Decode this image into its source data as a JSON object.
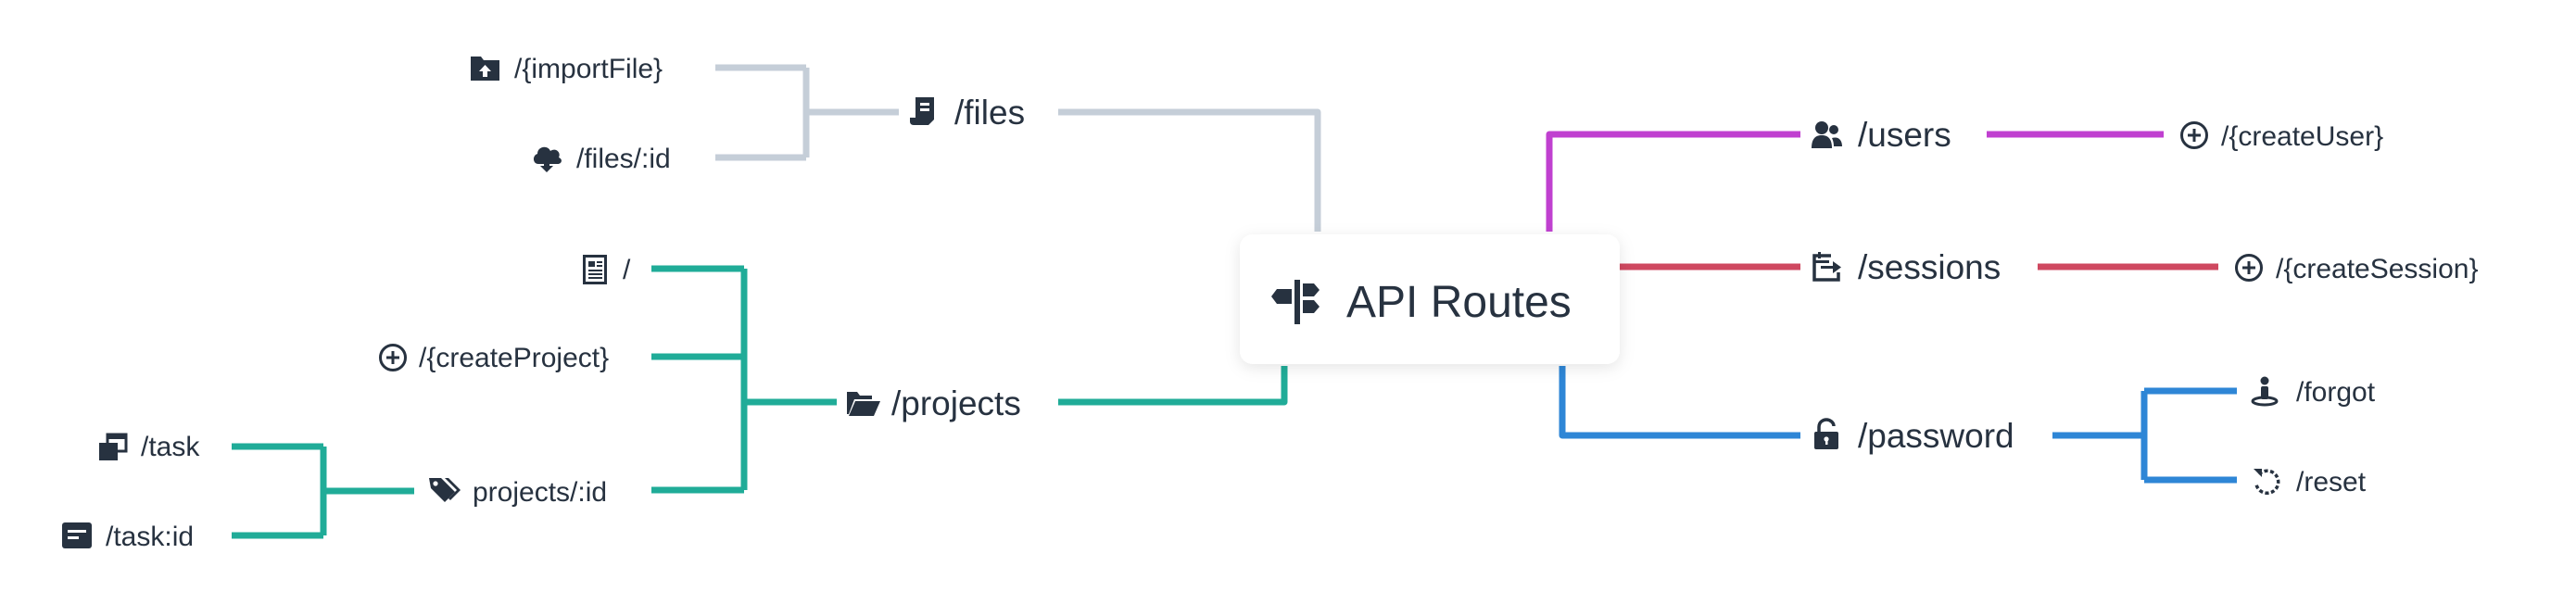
{
  "root": {
    "label": "API Routes",
    "icon": "signpost-icon"
  },
  "colors": {
    "files": "#c5ced8",
    "projects": "#20ac98",
    "users": "#c040d0",
    "sessions": "#cf4860",
    "password": "#2e86d6",
    "text": "#273240"
  },
  "branches": {
    "files": {
      "label": "/files",
      "icon": "scroll-icon",
      "children": [
        {
          "label": "/{importFile}",
          "icon": "folder-upload-icon"
        },
        {
          "label": "/files/:id",
          "icon": "cloud-download-icon"
        }
      ]
    },
    "projects": {
      "label": "/projects",
      "icon": "folder-open-icon",
      "children": [
        {
          "label": "/",
          "icon": "document-icon"
        },
        {
          "label": "/{createProject}",
          "icon": "plus-circle-icon"
        },
        {
          "label": "projects/:id",
          "icon": "tag-icon",
          "children": [
            {
              "label": "/task",
              "icon": "windows-stack-icon"
            },
            {
              "label": "/task:id",
              "icon": "card-icon"
            }
          ]
        }
      ]
    },
    "users": {
      "label": "/users",
      "icon": "users-icon",
      "children": [
        {
          "label": "/{createUser}",
          "icon": "plus-circle-icon"
        }
      ]
    },
    "sessions": {
      "label": "/sessions",
      "icon": "calendar-export-icon",
      "children": [
        {
          "label": "/{createSession}",
          "icon": "plus-circle-icon"
        }
      ]
    },
    "password": {
      "label": "/password",
      "icon": "unlock-icon",
      "children": [
        {
          "label": "/forgot",
          "icon": "person-pin-icon"
        },
        {
          "label": "/reset",
          "icon": "rotate-left-icon"
        }
      ]
    }
  }
}
